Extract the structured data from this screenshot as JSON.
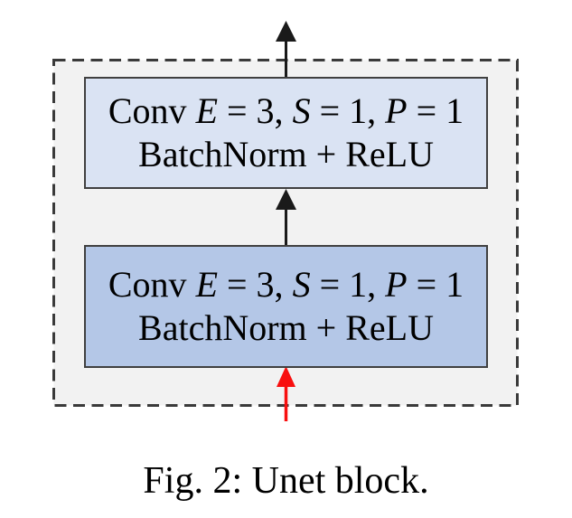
{
  "figure": {
    "caption": "Fig. 2: Unet block.",
    "blocks": [
      {
        "id": "conv-block-top",
        "line1": {
          "t1": "Conv ",
          "i1": "E",
          "t2": " = 3, ",
          "i2": "S",
          "t3": " = 1, ",
          "i3": "P",
          "t4": " = 1"
        },
        "line2": "BatchNorm + ReLU",
        "fill": "#dae3f3"
      },
      {
        "id": "conv-block-bottom",
        "line1": {
          "t1": "Conv ",
          "i1": "E",
          "t2": " = 3, ",
          "i2": "S",
          "t3": " = 1, ",
          "i3": "P",
          "t4": " = 1"
        },
        "line2": "BatchNorm + ReLU",
        "fill": "#b4c7e7"
      }
    ],
    "arrows": [
      {
        "name": "output-arrow",
        "color": "#1a1a1a",
        "direction": "up"
      },
      {
        "name": "inter-block-arrow",
        "color": "#1a1a1a",
        "direction": "up"
      },
      {
        "name": "input-arrow",
        "color": "#f80f0f",
        "direction": "up"
      }
    ],
    "colors": {
      "container_fill": "#f2f2f2",
      "dashed_border": "#3a3a3a",
      "box_border": "#404040",
      "arrow_black": "#1a1a1a",
      "arrow_red": "#f80f0f",
      "text": "#000000"
    }
  }
}
